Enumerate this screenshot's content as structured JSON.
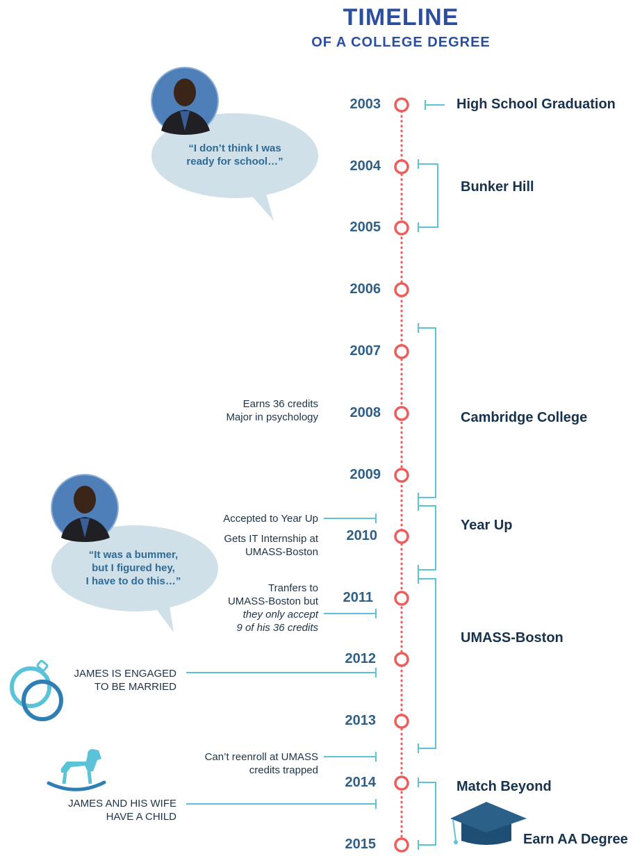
{
  "title": {
    "main": "TIMELINE",
    "sub": "OF A COLLEGE DEGREE"
  },
  "years": [
    "2003",
    "2004",
    "2005",
    "2006",
    "2007",
    "2008",
    "2009",
    "2010",
    "2011",
    "2012",
    "2013",
    "2014",
    "2015"
  ],
  "stages": {
    "high_school": "High School Graduation",
    "bunker_hill": "Bunker Hill",
    "cambridge": "Cambridge College",
    "year_up": "Year Up",
    "umass": "UMASS-Boston",
    "match_beyond": "Match Beyond",
    "aa_degree": "Earn AA Degree"
  },
  "notes": {
    "credits_line1": "Earns 36 credits",
    "credits_line2": "Major in psychology",
    "year_up_accept": "Accepted to Year Up",
    "internship_line1": "Gets IT Internship at",
    "internship_line2": "UMASS-Boston",
    "transfer_line1": "Tranfers to",
    "transfer_line2": "UMASS-Boston but",
    "transfer_line3": "they only accept",
    "transfer_line4": "9 of his 36 credits",
    "reenroll_line1": "Can’t reenroll at UMASS",
    "reenroll_line2": "credits trapped"
  },
  "life_events": {
    "engaged_line1": "JAMES IS ENGAGED",
    "engaged_line2": "TO BE MARRIED",
    "child_line1": "JAMES AND HIS WIFE",
    "child_line2": "HAVE A CHILD"
  },
  "quotes": {
    "q1_line1": "“I don’t think I was",
    "q1_line2": "ready for school…”",
    "q2_line1": "“It was a bummer,",
    "q2_line2": "but I figured hey,",
    "q2_line3": "I have to do this…”"
  },
  "colors": {
    "title": "#2b4f9e",
    "year": "#2e5f86",
    "stage_label": "#17324d",
    "timeline": "#ec5d5b",
    "bracket": "#5bc3d8",
    "bubble": "#cfe0e8",
    "icon": "#3a9bc7",
    "cap": "#1f4e74"
  },
  "icons": [
    "portrait-photo",
    "wedding-rings-icon",
    "rocking-horse-icon",
    "graduation-cap-icon"
  ]
}
